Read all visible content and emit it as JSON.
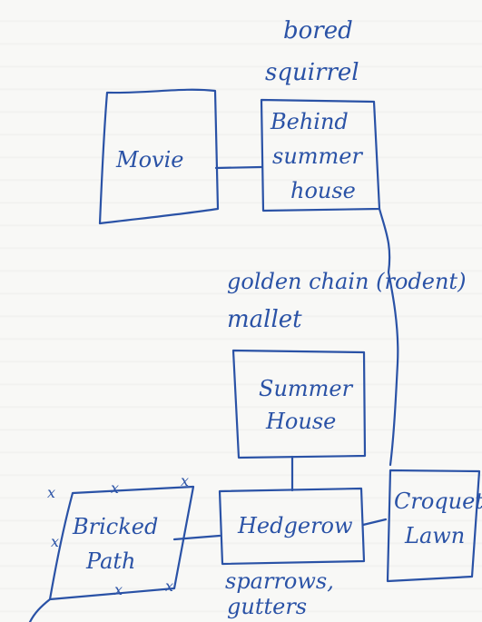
{
  "nodes": {
    "movie": "Movie",
    "behind_line1": "Behind",
    "behind_line2": "summer",
    "behind_line3": "house",
    "summer_line1": "Summer",
    "summer_line2": "House",
    "hedgerow": "Hedgerow",
    "bricked_line1": "Bricked",
    "bricked_line2": "Path",
    "croquet_line1": "Croquet",
    "croquet_line2": "Lawn"
  },
  "notes": {
    "top_line1": "bored",
    "top_line2": "squirrel",
    "mid_line1": "golden chain (rodent)",
    "mid_line2": "mallet",
    "bottom_line1": "sparrows,",
    "bottom_line2": "gutters"
  },
  "marks": {
    "x": "x"
  },
  "colors": {
    "ink": "#2a52a6",
    "paper": "#f8f8f6"
  }
}
